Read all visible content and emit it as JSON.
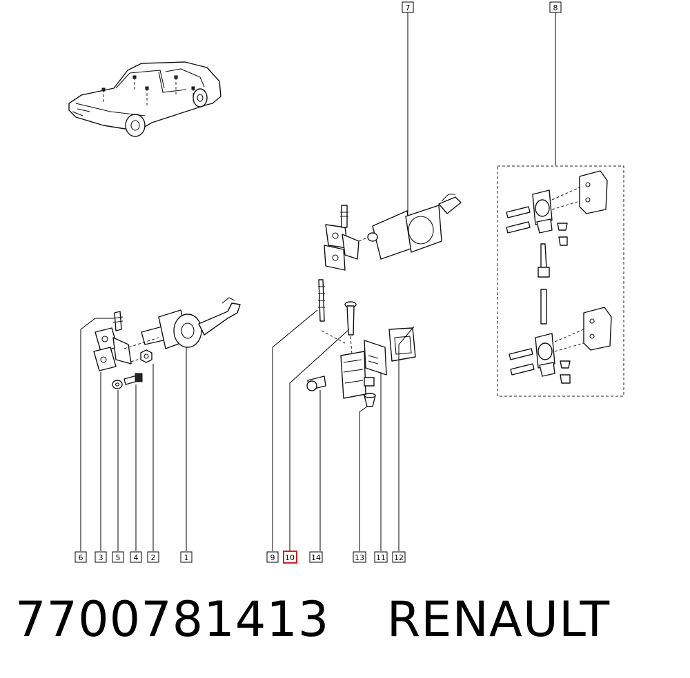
{
  "callouts": {
    "c1": "1",
    "c2": "2",
    "c3": "3",
    "c4": "4",
    "c5": "5",
    "c6": "6",
    "c7": "7",
    "c8": "8",
    "c9": "9",
    "c10": "10",
    "c11": "11",
    "c12": "12",
    "c13": "13",
    "c14": "14"
  },
  "highlighted_callout": "10",
  "highlight_color": "#d02020",
  "footer": {
    "part_number": "7700781413",
    "brand": "RENAULT"
  }
}
